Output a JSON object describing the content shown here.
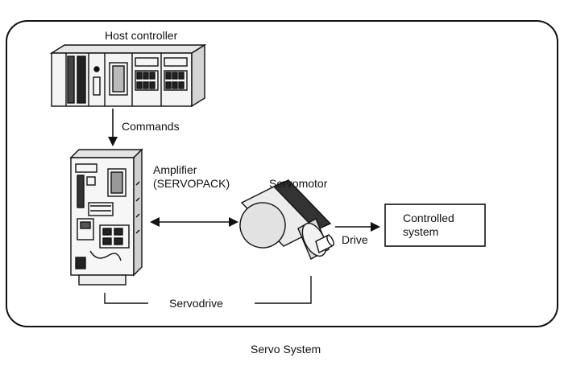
{
  "labels": {
    "host_controller": "Host controller",
    "commands": "Commands",
    "amplifier_line1": "Amplifier",
    "amplifier_line2": "(SERVOPACK)",
    "servomotor": "Servomotor",
    "drive": "Drive",
    "controlled_line1": "Controlled",
    "controlled_line2": "system",
    "servodrive": "Servodrive"
  },
  "caption": "Servo System"
}
